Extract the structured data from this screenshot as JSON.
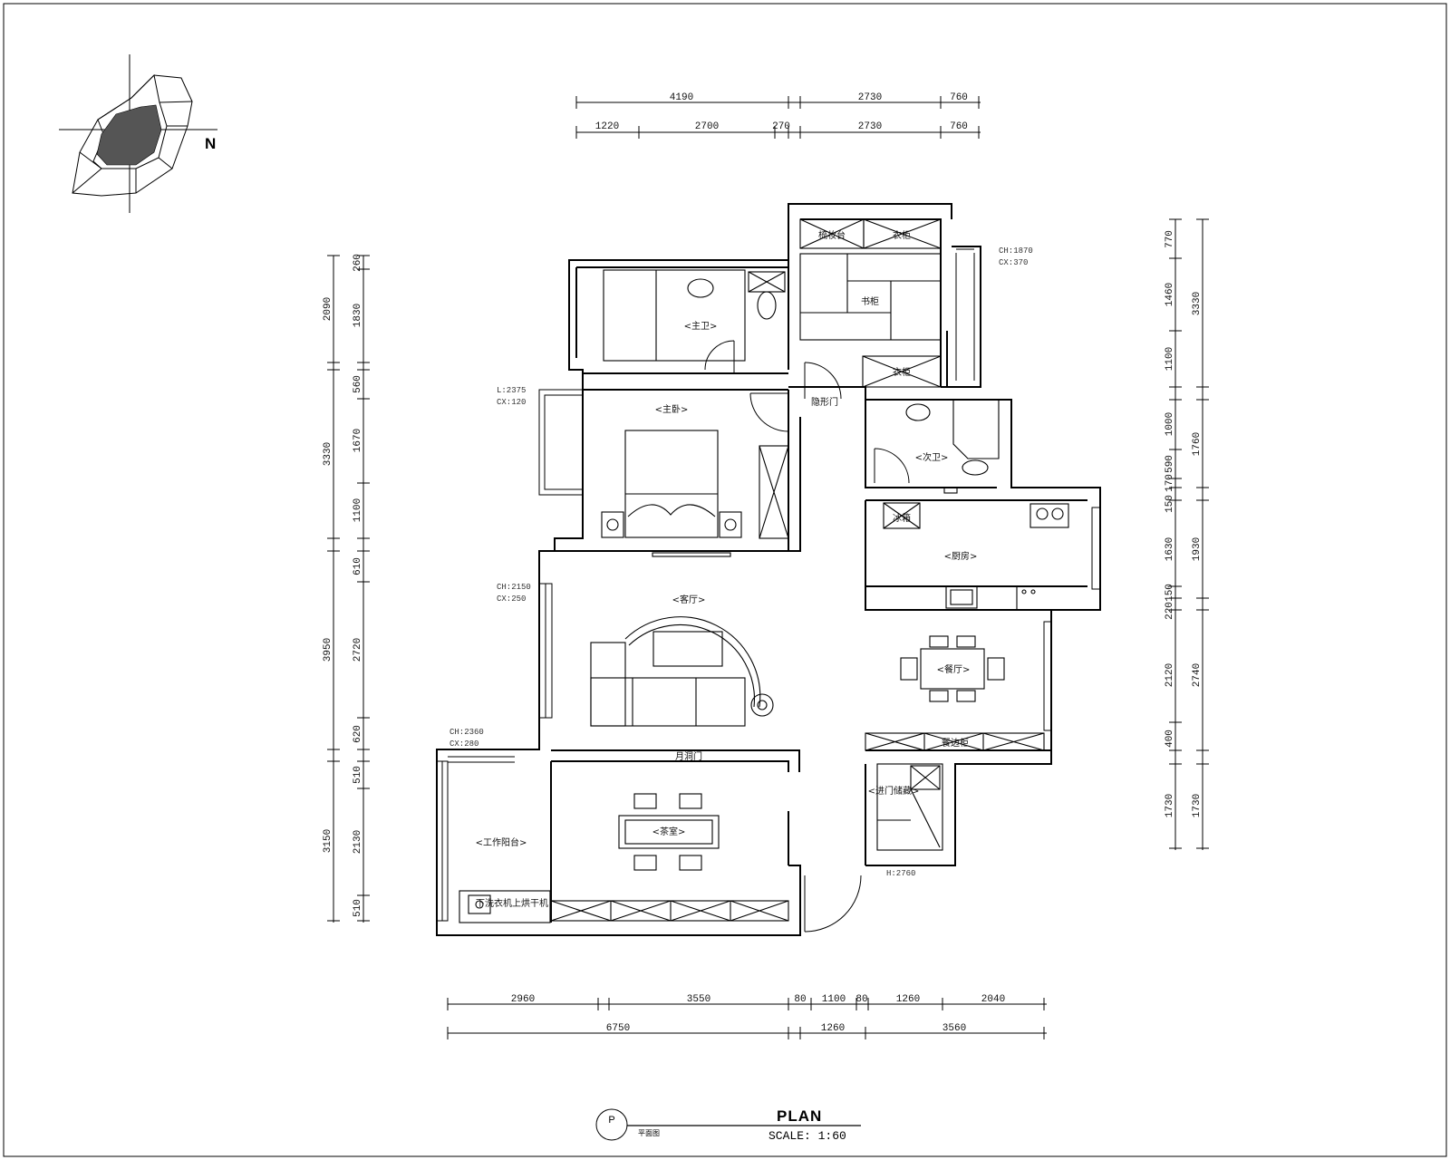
{
  "compass": {
    "north_label": "N"
  },
  "dims_top": {
    "row1": [
      "4190",
      "2730",
      "760"
    ],
    "row2": [
      "1220",
      "2700",
      "270",
      "2730",
      "760"
    ]
  },
  "dims_bottom": {
    "row1": [
      "2960",
      "3550",
      "80",
      "1100",
      "80",
      "1260",
      "2040"
    ],
    "row2": [
      "6750",
      "1260",
      "3560"
    ]
  },
  "dims_left": {
    "outer": [
      "2090",
      "3330",
      "3950",
      "3150"
    ],
    "inner": [
      "260",
      "1830",
      "560",
      "1670",
      "1100",
      "610",
      "2720",
      "620",
      "510",
      "2130",
      "510"
    ]
  },
  "dims_right": {
    "inner": [
      "770",
      "1460",
      "1100",
      "1000",
      "590",
      "170",
      "150",
      "1630",
      "150",
      "220",
      "2120",
      "400",
      "1730"
    ],
    "outer": [
      "3330",
      "1760",
      "1930",
      "2740",
      "1730"
    ]
  },
  "rooms": {
    "master_bath": "<主卫>",
    "master_bedroom": "<主卧>",
    "living_room": "<客厅>",
    "tea_room": "<茶室>",
    "work_balcony": "<工作阳台>",
    "guest_bath": "<次卫>",
    "kitchen": "<厨房>",
    "dining": "<餐厅>",
    "entry_storage": "<进门储藏>"
  },
  "labels": {
    "dresser": "梳妆台",
    "wardrobe1": "衣柜",
    "bookcase": "书柜",
    "wardrobe2": "衣柜",
    "hidden_door": "隐形门",
    "fridge": "冰箱",
    "moon_door": "月洞门",
    "sideboard": "餐边柜",
    "laundry": "下洗衣机上烘干机"
  },
  "notes": {
    "window_ch_1870": "CH:1870",
    "window_cx_370": "CX:370",
    "window_l_2375": "L:2375",
    "window_cx_120": "CX:120",
    "window_ch_2150": "CH:2150",
    "window_cx_250": "CX:250",
    "window_ch_2360": "CH:2360",
    "window_cx_280": "CX:280",
    "door_h_2760": "H:2760"
  },
  "titleblock": {
    "symbol": "P",
    "subtitle": "平面图",
    "title": "PLAN",
    "scale": "SCALE: 1:60"
  }
}
